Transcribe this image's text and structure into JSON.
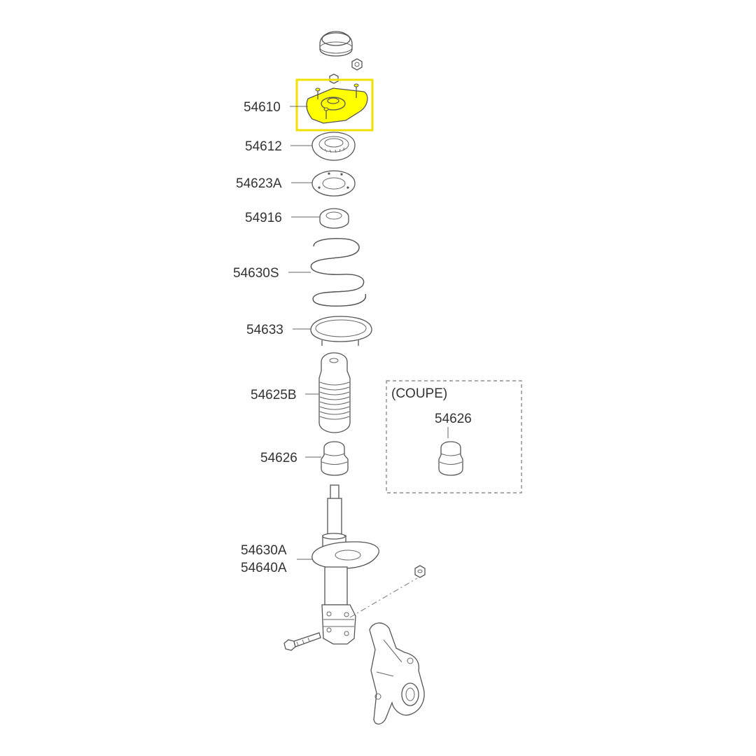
{
  "highlight_color": "#ffff00",
  "highlight_frame_color": "#f0e000",
  "line_color": "#555555",
  "labels": {
    "top_mount": "54610",
    "bearing": "54612",
    "spring_seat_upper": "54623A",
    "insulator_upper": "54916",
    "coil_spring": "54630S",
    "spring_pad_lower": "54633",
    "dust_cover": "54625B",
    "bumper_stopper": "54626",
    "strut_assy_1": "54630A",
    "strut_assy_2": "54640A"
  },
  "coupe_box": {
    "title": "(COUPE)",
    "part_label": "54626"
  }
}
